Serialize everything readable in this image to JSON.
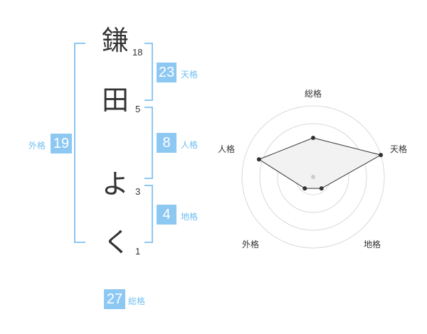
{
  "name_chars": [
    {
      "char": "鎌",
      "strokes": "18"
    },
    {
      "char": "田",
      "strokes": "5"
    },
    {
      "char": "よ",
      "strokes": "3"
    },
    {
      "char": "く",
      "strokes": "1"
    }
  ],
  "fortunes": {
    "tenkaku": {
      "value": "23",
      "label": "天格"
    },
    "jinkaku": {
      "value": "8",
      "label": "人格"
    },
    "chikaku": {
      "value": "4",
      "label": "地格"
    },
    "gaikaku": {
      "value": "19",
      "label": "外格"
    },
    "soukaku": {
      "value": "27",
      "label": "総格"
    }
  },
  "colors": {
    "accent": "#8dc8f3",
    "label_text": "#72bff2",
    "text": "#333333"
  },
  "chart_data": {
    "type": "radar",
    "axes": [
      "総格",
      "天格",
      "地格",
      "外格",
      "人格"
    ],
    "values": [
      0.55,
      1.0,
      0.2,
      0.2,
      0.8
    ],
    "rings": 4,
    "max": 1
  }
}
